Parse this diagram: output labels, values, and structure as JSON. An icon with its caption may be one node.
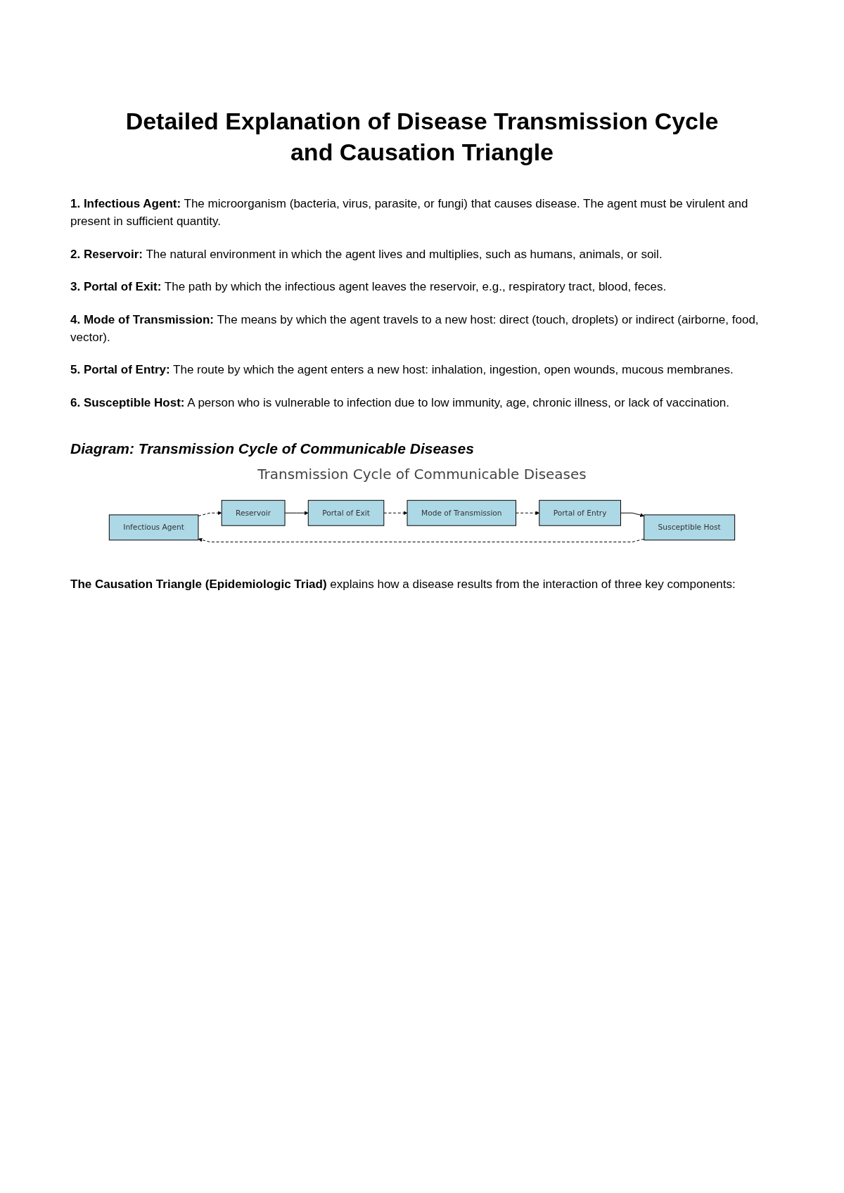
{
  "diagram": {
    "title": "Detailed Explanation of Disease Transmission Cycle and Causation Triangle",
    "nodes": [
      {
        "text": [
          "Infectious Agent"
        ]
      },
      {
        "text": [
          "Reservoir"
        ]
      },
      {
        "text": [
          "Portal of Exit"
        ]
      },
      {
        "text": [
          "Mode of Transmission"
        ]
      },
      {
        "text": [
          "Portal of Entry"
        ]
      },
      {
        "text": [
          "Susceptible Host"
        ]
      }
    ],
    "edges": [
      {
        "from": 0,
        "to": 1,
        "arrow": "to",
        "style": "dashed"
      },
      {
        "from": 1,
        "to": 2,
        "arrow": "to"
      },
      {
        "from": 2,
        "to": 3,
        "arrow": "to",
        "style": "dashed"
      },
      {
        "from": 3,
        "to": 4,
        "arrow": "to",
        "style": "dashed"
      },
      {
        "from": 4,
        "to": 5,
        "arrow": "to"
      },
      {
        "from": 5,
        "to": 0,
        "arrow": "to",
        "style": "dashed"
      }
    ],
    "labels": [
      "**1. Infectious Agent:** The microorganism (bacteria, virus, parasite, or fungi) that causes disease. The agent must be virulent and present in sufficient quantity.",
      "**2. Reservoir:** The natural environment in which the agent lives and multiplies, such as humans, animals, or soil.",
      "**3. Portal of Exit:** The path by which the infectious agent leaves the reservoir, e.g., respiratory tract, blood, feces.",
      "**4. Mode of Transmission:** The means by which the agent travels to a new host: direct (touch, droplets) or indirect (airborne, food, vector).",
      "**5. Portal of Entry:** The route by which the agent enters a new host: inhalation, ingestion, open wounds, mucous membranes.",
      "**6. Susceptible Host:** A person who is vulnerable to infection due to low immunity, age, chronic illness, or lack of vaccination.",
      "Diagram: Transmission Cycle of Communicable Diseases",
      "Transmission Cycle of Communicable Diseases",
      "**The Causation Triangle (Epidemiologic Triad)** explains how a disease results from the interaction of three key components:"
    ]
  }
}
